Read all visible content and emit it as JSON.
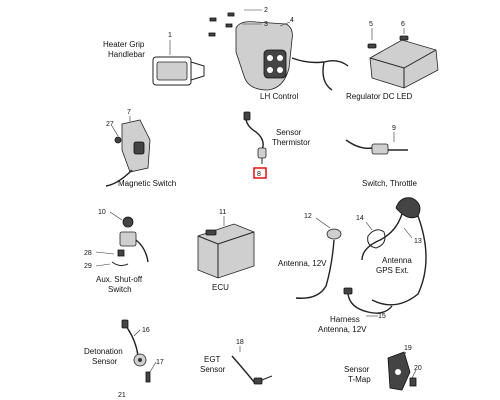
{
  "parts": {
    "heater_grip": {
      "num": "1",
      "label_line1": "Heater Grip",
      "label_line2": "Handlebar"
    },
    "lh_control": {
      "nums": [
        "2",
        "3",
        "4"
      ],
      "label": "LH Control"
    },
    "regulator": {
      "nums": [
        "5",
        "6"
      ],
      "label": "Regulator DC LED"
    },
    "magnetic_switch": {
      "nums": [
        "7",
        "27"
      ],
      "label": "Magnetic Switch"
    },
    "sensor_thermistor": {
      "num": "8",
      "label_line1": "Sensor",
      "label_line2": "Thermistor"
    },
    "switch_throttle": {
      "num": "9",
      "label": "Switch, Throttle"
    },
    "aux_shutoff": {
      "nums": [
        "10",
        "28",
        "29"
      ],
      "label_line1": "Aux. Shut-off",
      "label_line2": "Switch"
    },
    "ecu": {
      "num": "11",
      "label": "ECU"
    },
    "antenna": {
      "num": "12",
      "label": "Antenna, 12V"
    },
    "antenna_gps": {
      "nums": [
        "13",
        "14"
      ],
      "label_line1": "Antenna",
      "label_line2": "GPS Ext."
    },
    "harness_antenna": {
      "num": "15",
      "label_line1": "Harness",
      "label_line2": "Antenna, 12V"
    },
    "detonation_sensor": {
      "nums": [
        "16",
        "17"
      ],
      "label_line1": "Detonation",
      "label_line2": "Sensor"
    },
    "egt_sensor": {
      "num": "18",
      "label_line1": "EGT",
      "label_line2": "Sensor"
    },
    "sensor_tmap": {
      "nums": [
        "19",
        "20"
      ],
      "label_line1": "Sensor",
      "label_line2": "T-Map"
    },
    "extra": {
      "num": "21"
    }
  },
  "highlight": {
    "part_number": "8",
    "color": "#e00000"
  }
}
